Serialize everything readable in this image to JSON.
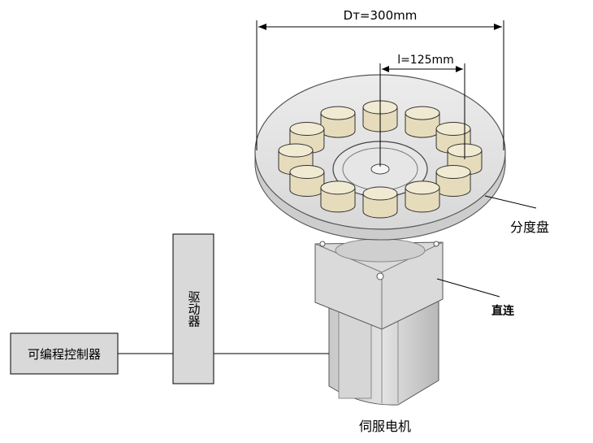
{
  "dimensions": {
    "dt_label": "Dт=300mm",
    "l_label": "l=125mm"
  },
  "labels": {
    "index_plate": "分度盘",
    "direct_connection": "直连",
    "servo_motor": "伺服电机",
    "driver": "驱动器",
    "plc": "可编程控制器"
  },
  "workpieces": {
    "count": 12
  },
  "colors": {
    "plate": "#e4e4e4",
    "cylinder": "#f1ead2",
    "motor": "#d0d0d0",
    "box": "#d9d9d9",
    "line": "#000000"
  }
}
